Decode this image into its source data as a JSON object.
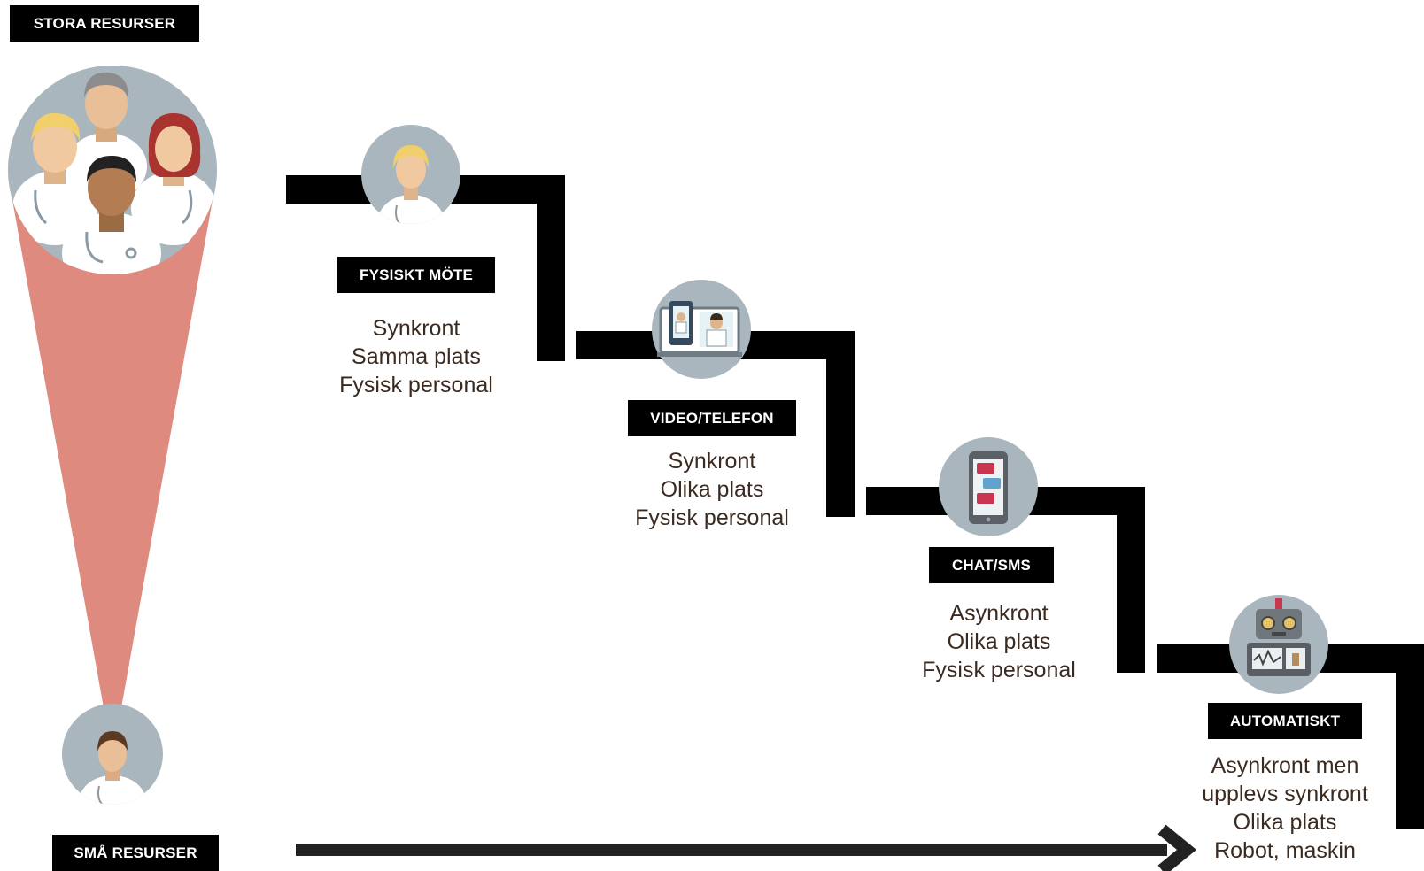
{
  "colors": {
    "step_line": "#000000",
    "funnel": "#de8a7e",
    "avatar_bg": "#a9b6bd",
    "label_bg": "#000000",
    "label_text": "#ffffff",
    "desc_text": "#3a2a20"
  },
  "labels": {
    "large_resources": "STORA RESURSER",
    "small_resources": "SMÅ RESURSER"
  },
  "steps": [
    {
      "title": "FYSISKT MÖTE",
      "icon": "doctor-icon",
      "lines": [
        "Synkront",
        "Samma plats",
        "Fysisk personal"
      ]
    },
    {
      "title": "VIDEO/TELEFON",
      "icon": "video-call-icon",
      "lines": [
        "Synkront",
        "Olika plats",
        "Fysisk personal"
      ]
    },
    {
      "title": "CHAT/SMS",
      "icon": "smartphone-chat-icon",
      "lines": [
        "Asynkront",
        "Olika plats",
        "Fysisk personal"
      ]
    },
    {
      "title": "AUTOMATISKT",
      "icon": "robot-icon",
      "lines": [
        "Asynkront men",
        "upplevs synkront",
        "Olika plats",
        "Robot, maskin"
      ]
    }
  ]
}
